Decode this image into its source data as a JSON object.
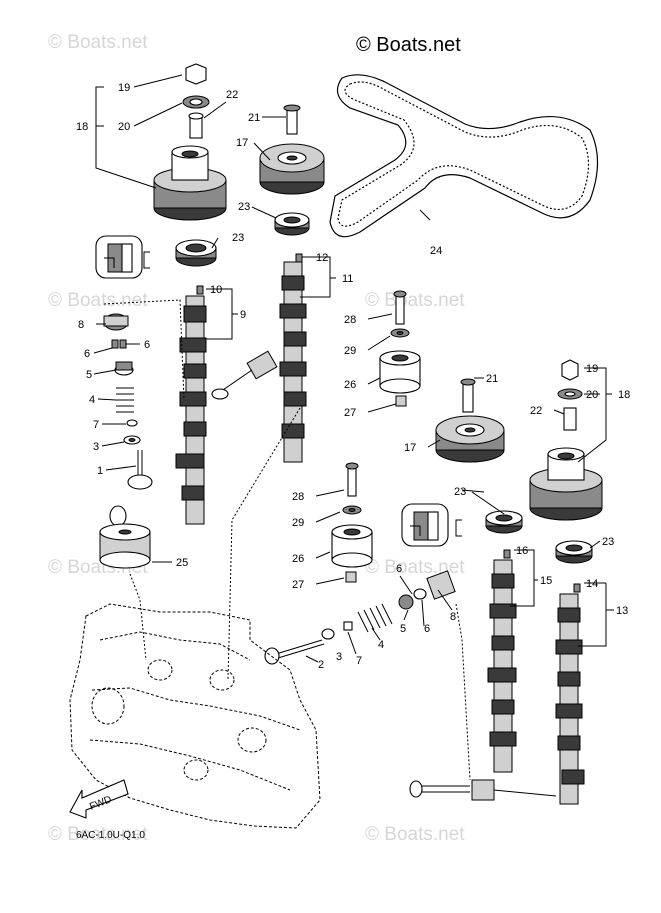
{
  "watermark": {
    "text": "© Boats.net",
    "brand": "© Boats.net"
  },
  "diagram_code": "6AC-1.0U-Q1.0",
  "fwd_label": "FWD",
  "callouts": {
    "c1": "1",
    "c2": "2",
    "c3a": "3",
    "c3b": "3",
    "c4a": "4",
    "c4b": "4",
    "c5a": "5",
    "c5b": "5",
    "c6a": "6",
    "c6b": "6",
    "c6c": "6",
    "c6d": "6",
    "c7a": "7",
    "c7b": "7",
    "c8a": "8",
    "c8b": "8",
    "c9": "9",
    "c10": "10",
    "c11": "11",
    "c12": "12",
    "c13": "13",
    "c14": "14",
    "c15": "15",
    "c16": "16",
    "c17a": "17",
    "c17b": "17",
    "c18a": "18",
    "c18b": "18",
    "c19a": "19",
    "c19b": "19",
    "c20a": "20",
    "c20b": "20",
    "c21a": "21",
    "c21b": "21",
    "c22a": "22",
    "c22b": "22",
    "c23a": "23",
    "c23b": "23",
    "c23c": "23",
    "c23d": "23",
    "c23e": "23",
    "c24": "24",
    "c25": "25",
    "c26a": "26",
    "c26b": "26",
    "c27a": "27",
    "c27b": "27",
    "c28a": "28",
    "c28b": "28",
    "c29a": "29",
    "c29b": "29"
  }
}
